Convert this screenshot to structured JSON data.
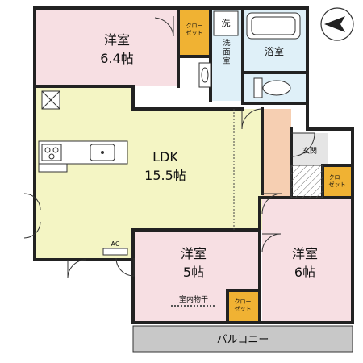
{
  "rooms": {
    "western_room_1": {
      "name": "洋室",
      "size": "6.4帖"
    },
    "ldk": {
      "name": "LDK",
      "size": "15.5帖"
    },
    "western_room_2": {
      "name": "洋室",
      "size": "5帖"
    },
    "western_room_3": {
      "name": "洋室",
      "size": "6帖"
    }
  },
  "labels": {
    "closet_1": "クロー\nゼット",
    "closet_2": "クロー\nゼット",
    "closet_3": "クロー\nゼット",
    "washroom": "洗\n面\n室",
    "bath": "浴室",
    "wash_icon": "洗",
    "entrance": "玄関",
    "indoor_drying": "室内物干",
    "balcony": "バルコニー",
    "ac": "AC"
  },
  "colors": {
    "western_room": "#f7dfe3",
    "ldk": "#f4f5c4",
    "wet_area": "#dff0f8",
    "hallway": "#f6cfb2",
    "closet": "#f0b233",
    "balcony": "#c8c8c8",
    "wall": "#222222",
    "entrance": "#e5e5e5"
  },
  "compass_icon": "north-arrow-icon"
}
